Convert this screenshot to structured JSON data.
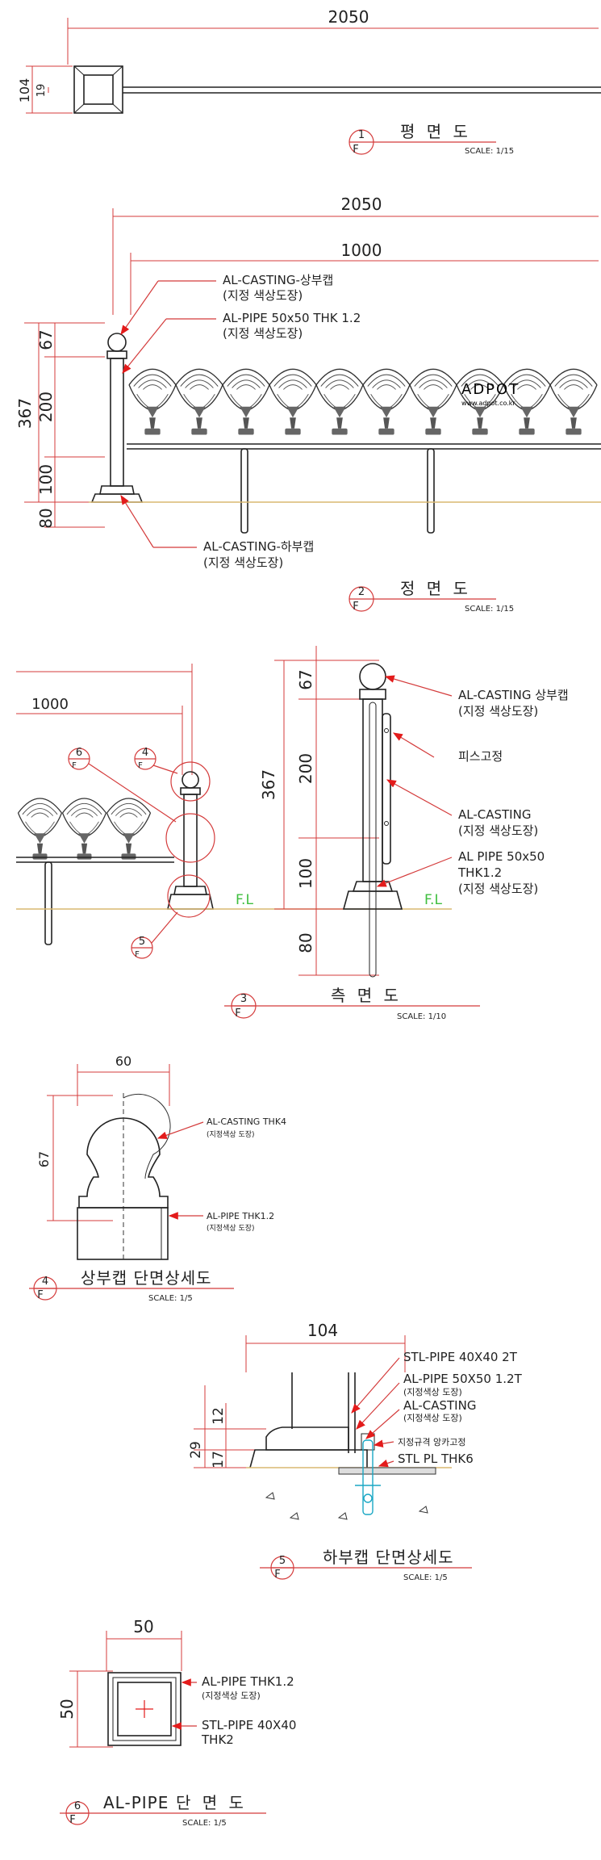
{
  "watermark": {
    "text": "ADPOT",
    "url": "www.adpot.co.kr"
  },
  "floor_label": "F.L",
  "views": {
    "plan": {
      "number": "1",
      "ref": "F",
      "title": "평 면 도",
      "scale": "SCALE: 1/15",
      "dims": {
        "length": "2050",
        "height": "104",
        "inner": "19"
      }
    },
    "front": {
      "number": "2",
      "ref": "F",
      "title": "정 면 도",
      "scale": "SCALE: 1/15",
      "dims": {
        "total": "2050",
        "span": "1000",
        "h_total": "367",
        "h_cap": "67",
        "h_mid": "200",
        "h_low": "100",
        "h_base": "80"
      },
      "labels": {
        "top_cap": "AL-CASTING-상부캡",
        "top_cap_note": "(지정 색상도장)",
        "pipe": "AL-PIPE 50x50 THK 1.2",
        "pipe_note": "(지정 색상도장)",
        "bottom_cap": "AL-CASTING-하부캡",
        "bottom_cap_note": "(지정 색상도장)"
      }
    },
    "side": {
      "number": "3",
      "ref": "F",
      "title": "측 면 도",
      "scale": "SCALE: 1/10",
      "dims": {
        "span": "1000",
        "h_total": "367",
        "h_cap": "67",
        "h_mid": "200",
        "h_low": "100",
        "h_base": "80"
      },
      "callouts": {
        "c6": "6",
        "c4": "4",
        "c5": "5",
        "ref": "F"
      },
      "labels": {
        "top_cap": "AL-CASTING 상부캡",
        "top_cap_note": "(지정 색상도장)",
        "screw": "피스고정",
        "casting": "AL-CASTING",
        "casting_note": "(지정 색상도장)",
        "pipe": "AL PIPE 50x50",
        "pipe_thk": "THK1.2",
        "pipe_note": "(지정 색상도장)"
      }
    },
    "detail_top": {
      "number": "4",
      "ref": "F",
      "title": "상부캡 단면상세도",
      "scale": "SCALE: 1/5",
      "dims": {
        "width": "60",
        "height": "67"
      },
      "labels": {
        "casting": "AL-CASTING THK4",
        "casting_note": "(지정색상 도장)",
        "pipe": "AL-PIPE THK1.2",
        "pipe_note": "(지정색상 도장)"
      }
    },
    "detail_bottom": {
      "number": "5",
      "ref": "F",
      "title": "하부캡 단면상세도",
      "scale": "SCALE: 1/5",
      "dims": {
        "width": "104",
        "h_top": "12",
        "h_total": "29",
        "h_low": "17"
      },
      "labels": {
        "stl_pipe": "STL-PIPE 40X40 2T",
        "al_pipe": "AL-PIPE 50X50 1.2T",
        "al_pipe_note": "(지정색상 도장)",
        "casting": "AL-CASTING",
        "casting_note": "(지정색상 도장)",
        "anchor": "지정규격 앙카고정",
        "plate": "STL PL THK6"
      }
    },
    "section": {
      "number": "6",
      "ref": "F",
      "title_prefix": "AL-PIPE",
      "title": "단 면 도",
      "scale": "SCALE: 1/5",
      "dims": {
        "width": "50",
        "height": "50"
      },
      "labels": {
        "al_pipe": "AL-PIPE THK1.2",
        "al_pipe_note": "(지정색상 도장)",
        "stl_pipe": "STL-PIPE 40X40",
        "stl_thk": "THK2"
      }
    }
  }
}
